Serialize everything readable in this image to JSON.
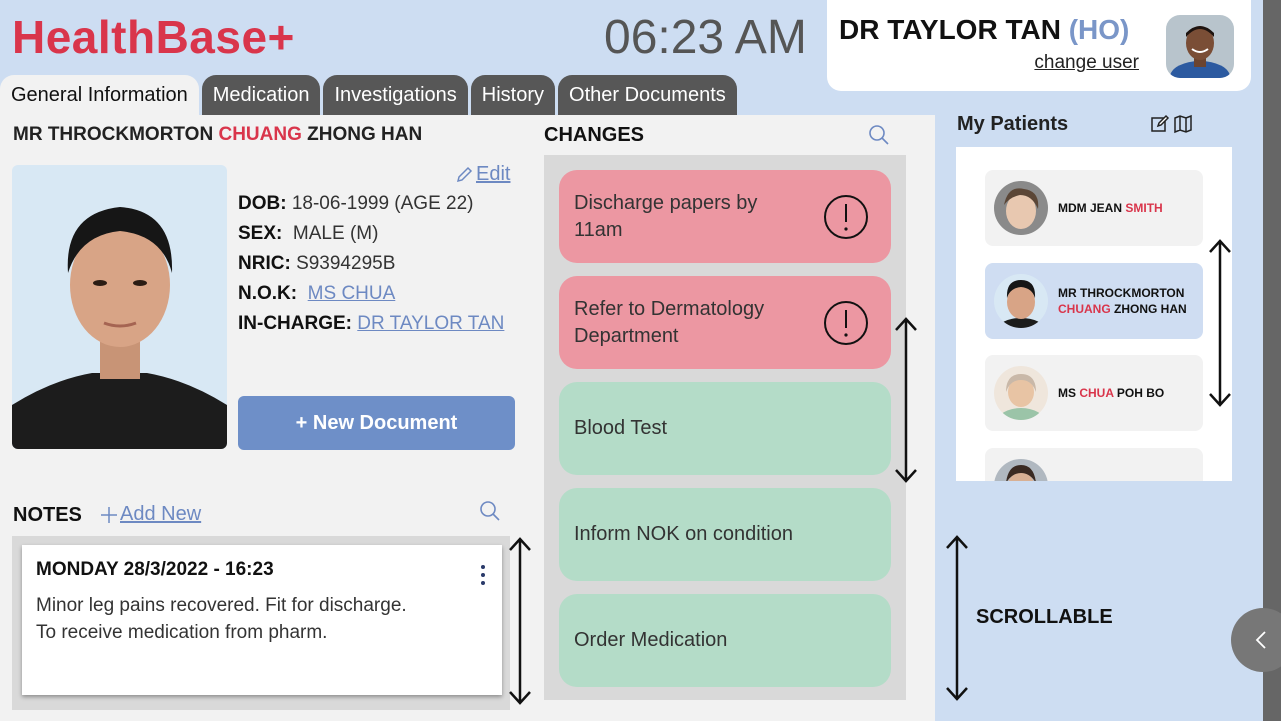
{
  "app": {
    "logo": "HealthBase+",
    "clock": "06:23 AM"
  },
  "user": {
    "name": "DR TAYLOR TAN",
    "role": "(HO)",
    "change_user": "change user",
    "avatar_icon": "doctor-avatar"
  },
  "tabs": [
    {
      "label": "General Information",
      "active": true
    },
    {
      "label": "Medication",
      "active": false
    },
    {
      "label": "Investigations",
      "active": false
    },
    {
      "label": "History",
      "active": false
    },
    {
      "label": "Other Documents",
      "active": false
    }
  ],
  "patient": {
    "name_prefix": "MR THROCKMORTON",
    "name_highlight": "CHUANG",
    "name_suffix": "ZHONG HAN",
    "edit": "Edit",
    "dob_label": "DOB:",
    "dob": "18-06-1999 (AGE 22)",
    "sex_label": "SEX:",
    "sex": "MALE (M)",
    "nric_label": "NRIC:",
    "nric": "S9394295B",
    "nok_label": "N.O.K:",
    "nok": "MS CHUA",
    "incharge_label": "IN-CHARGE:",
    "incharge": "DR TAYLOR TAN",
    "new_document": "+ New Document"
  },
  "notes": {
    "title": "NOTES",
    "add_new": "Add New",
    "items": [
      {
        "date": "MONDAY 28/3/2022 - 16:23",
        "line1": "Minor leg pains recovered. Fit for discharge.",
        "line2": "To receive medication from pharm."
      }
    ]
  },
  "changes": {
    "title": "CHANGES",
    "items": [
      {
        "text": "Discharge papers by 11am",
        "status": "urgent"
      },
      {
        "text": "Refer to Dermatology Department",
        "status": "urgent"
      },
      {
        "text": "Blood Test",
        "status": "normal"
      },
      {
        "text": "Inform NOK on condition",
        "status": "normal"
      },
      {
        "text": "Order Medication",
        "status": "normal"
      }
    ]
  },
  "my_patients": {
    "title": "My Patients",
    "items": [
      {
        "prefix": "MDM JEAN",
        "highlight": "SMITH",
        "suffix": ""
      },
      {
        "prefix": "MR THROCKMORTON",
        "highlight": "CHUANG",
        "suffix": "ZHONG HAN",
        "selected": true
      },
      {
        "prefix": "MS",
        "highlight": "CHUA",
        "suffix": "POH BO"
      }
    ]
  },
  "scroll_label": "SCROLLABLE",
  "colors": {
    "accent_red": "#d9354b",
    "accent_blue": "#6e8fc8",
    "urgent": "#ec97a2",
    "normal": "#b4dcc8"
  }
}
